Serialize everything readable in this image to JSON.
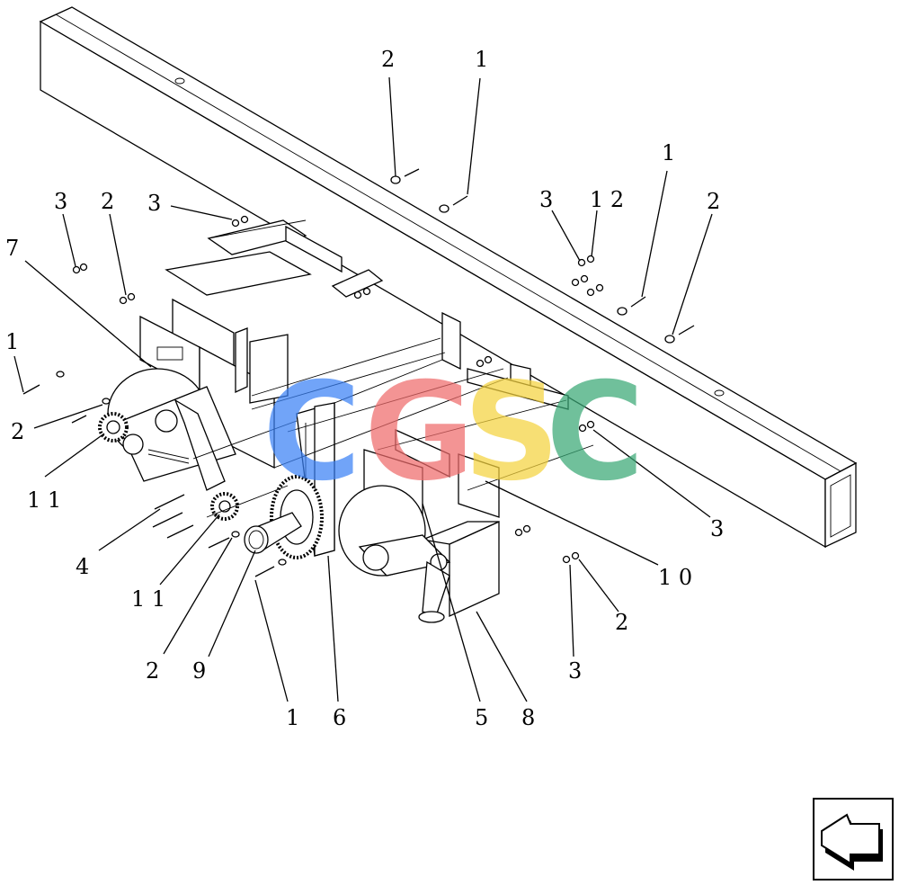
{
  "diagram": {
    "callouts": [
      {
        "id": "c-2-top",
        "text": "2"
      },
      {
        "id": "c-1-top",
        "text": "1"
      },
      {
        "id": "c-1-right",
        "text": "1"
      },
      {
        "id": "c-3-mid",
        "text": "3"
      },
      {
        "id": "c-12",
        "text": "1 2"
      },
      {
        "id": "c-2-right",
        "text": "2"
      },
      {
        "id": "c-3-left",
        "text": "3"
      },
      {
        "id": "c-2-left",
        "text": "2"
      },
      {
        "id": "c-3-center",
        "text": "3"
      },
      {
        "id": "c-7",
        "text": "7"
      },
      {
        "id": "c-1-left",
        "text": "1"
      },
      {
        "id": "c-2-lower-left",
        "text": "2"
      },
      {
        "id": "c-11-left",
        "text": "1 1"
      },
      {
        "id": "c-4",
        "text": "4"
      },
      {
        "id": "c-11-mid",
        "text": "1 1"
      },
      {
        "id": "c-2-bottom",
        "text": "2"
      },
      {
        "id": "c-9",
        "text": "9"
      },
      {
        "id": "c-1-bottom",
        "text": "1"
      },
      {
        "id": "c-6",
        "text": "6"
      },
      {
        "id": "c-5",
        "text": "5"
      },
      {
        "id": "c-8",
        "text": "8"
      },
      {
        "id": "c-10",
        "text": "1 0"
      },
      {
        "id": "c-3-right",
        "text": "3"
      },
      {
        "id": "c-2-lower-right",
        "text": "2"
      },
      {
        "id": "c-3-bottom",
        "text": "3"
      }
    ],
    "watermark": {
      "letters": [
        "C",
        "G",
        "S",
        "C"
      ],
      "colors": [
        "#3b82f6",
        "#ef6b6b",
        "#f5d33f",
        "#3aa876"
      ]
    },
    "nav_icon": "arrow-next-page-icon"
  }
}
